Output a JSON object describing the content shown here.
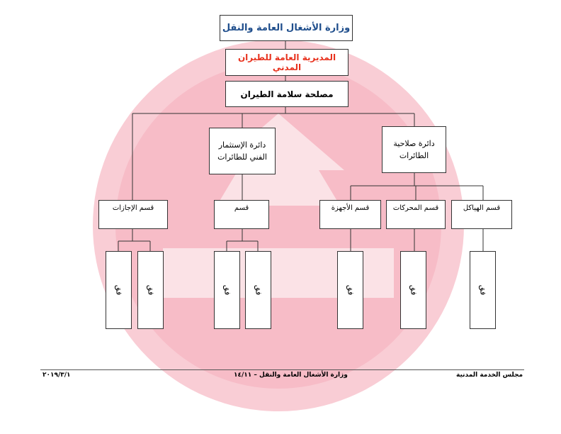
{
  "header": {
    "ministry": "وزارة الأشغال العامة والنقل",
    "directorate": "المديرية العامة للطيران المدني",
    "department": "مصلحة سلامة الطيران"
  },
  "divisions": {
    "airworthiness": "دائرة صلاحية الطائرات",
    "technical_operation": "دائرة الإستثمار الفني للطائرات"
  },
  "sections": {
    "licenses": "قسم الإجازات",
    "section": "قسم",
    "equipment": "قسم الأجهزة",
    "engines": "قسم المحركات",
    "structures": "قسم الهياكل"
  },
  "positions": [
    "فق",
    "فق",
    "فق",
    "فق",
    "فق",
    "فق",
    "فق"
  ],
  "footer": {
    "left": "٢٠١٩/٣/١",
    "center": "وزارة الأشغال العامة والنقل – ١٤/١١",
    "right": "مجلس الخدمة المدنية"
  },
  "colors": {
    "ministry_text": "#1f4e8c",
    "directorate_text": "#e8321e",
    "watermark": "#f8c8d0"
  }
}
